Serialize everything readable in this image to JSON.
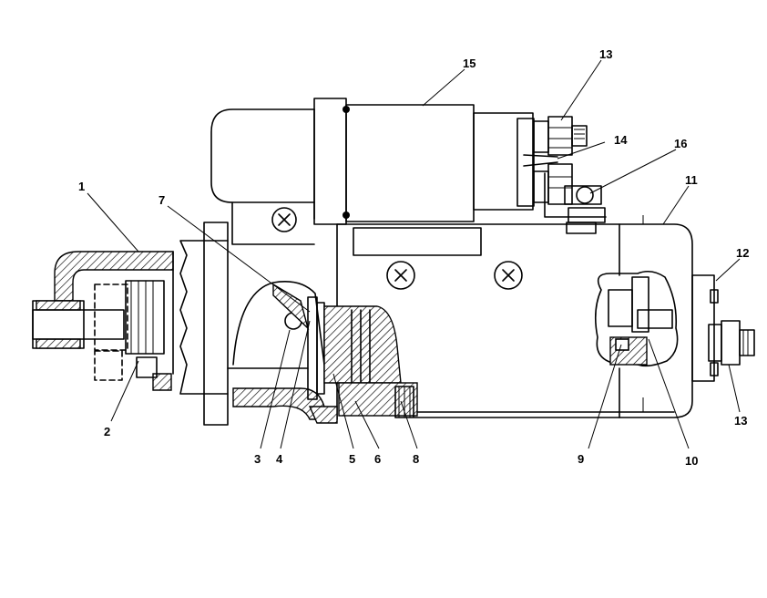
{
  "callouts": [
    {
      "id": "1",
      "label": "1"
    },
    {
      "id": "2",
      "label": "2"
    },
    {
      "id": "3",
      "label": "3"
    },
    {
      "id": "4",
      "label": "4"
    },
    {
      "id": "5",
      "label": "5"
    },
    {
      "id": "6",
      "label": "6"
    },
    {
      "id": "7",
      "label": "7"
    },
    {
      "id": "8",
      "label": "8"
    },
    {
      "id": "9",
      "label": "9"
    },
    {
      "id": "10",
      "label": "10"
    },
    {
      "id": "11",
      "label": "11"
    },
    {
      "id": "12",
      "label": "12"
    },
    {
      "id": "13a",
      "label": "13"
    },
    {
      "id": "13b",
      "label": "13"
    },
    {
      "id": "14",
      "label": "14"
    },
    {
      "id": "15",
      "label": "15"
    },
    {
      "id": "16",
      "label": "16"
    }
  ]
}
